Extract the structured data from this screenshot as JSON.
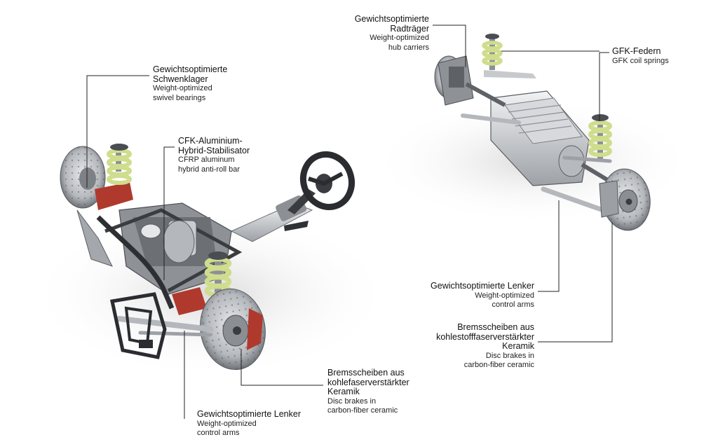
{
  "labels": {
    "swivel_bearings": {
      "de": [
        "Gewichtsoptimierte",
        "Schwenklager"
      ],
      "en": [
        "Weight-optimized",
        "swivel bearings"
      ]
    },
    "anti_roll_bar": {
      "de": [
        "CFK-Aluminium-",
        "Hybrid-Stabilisator"
      ],
      "en": [
        "CFRP aluminum",
        "hybrid anti-roll bar"
      ]
    },
    "hub_carriers": {
      "de": [
        "Gewichtsoptimierte",
        "Radträger"
      ],
      "en": [
        "Weight-optimized",
        "hub carriers"
      ]
    },
    "coil_springs": {
      "de": [
        "GFK-Federn"
      ],
      "en": [
        "GFK coil springs"
      ]
    },
    "front_disc_brakes": {
      "de": [
        "Bremsscheiben aus",
        "kohlefaserverstärkter",
        "Keramik"
      ],
      "en": [
        "Disc brakes in",
        "carbon-fiber ceramic"
      ]
    },
    "front_control_arms": {
      "de": [
        "Gewichtsoptimierte Lenker"
      ],
      "en": [
        "Weight-optimized",
        "control arms"
      ]
    },
    "rear_control_arms": {
      "de": [
        "Gewichtsoptimierte Lenker"
      ],
      "en": [
        "Weight-optimized",
        "control arms"
      ]
    },
    "rear_disc_brakes": {
      "de": [
        "Bremsscheiben aus",
        "kohlestofffaserverstärkter",
        "Keramik"
      ],
      "en": [
        "Disc brakes in",
        "carbon-fiber ceramic"
      ]
    }
  },
  "colors": {
    "spring": "#d9e6a0",
    "anodized_red": "#c0392b",
    "metal_light": "#e2e4e6",
    "metal_mid": "#a9adb2",
    "metal_dark": "#4a4d52",
    "leader_line": "#222222"
  }
}
